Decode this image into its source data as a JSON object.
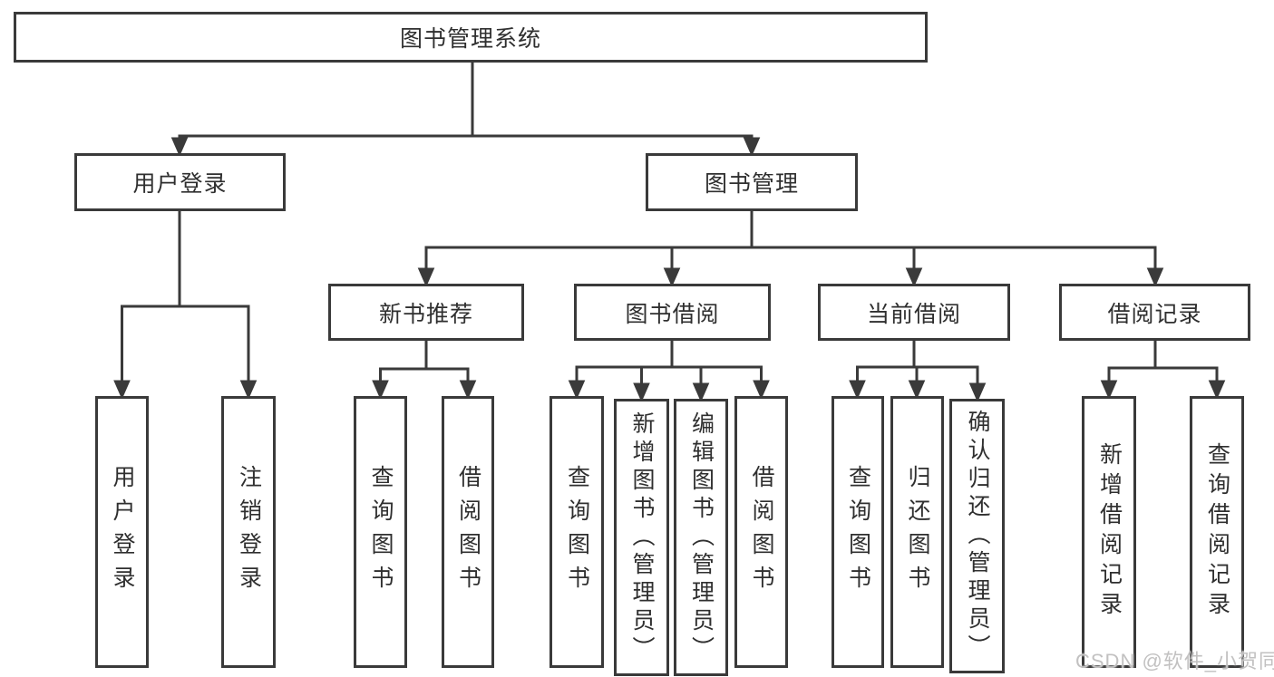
{
  "tree": {
    "root": {
      "label": "图书管理系统"
    },
    "branches": [
      {
        "label": "用户登录",
        "leaves": [
          {
            "label": "用户登录"
          },
          {
            "label": "注销登录"
          }
        ]
      },
      {
        "label": "图书管理",
        "sections": [
          {
            "label": "新书推荐",
            "leaves": [
              {
                "label": "查询图书"
              },
              {
                "label": "借阅图书"
              }
            ]
          },
          {
            "label": "图书借阅",
            "leaves": [
              {
                "label": "查询图书"
              },
              {
                "label": "新增图书（管理员）"
              },
              {
                "label": "编辑图书（管理员）"
              },
              {
                "label": "借阅图书"
              }
            ]
          },
          {
            "label": "当前借阅",
            "leaves": [
              {
                "label": "查询图书"
              },
              {
                "label": "归还图书"
              },
              {
                "label": "确认归还（管理员）"
              }
            ]
          },
          {
            "label": "借阅记录",
            "leaves": [
              {
                "label": "新增借阅记录"
              },
              {
                "label": "查询借阅记录"
              }
            ]
          }
        ]
      }
    ]
  },
  "watermark": {
    "text": "CSDN @软件_小贺同学"
  },
  "colors": {
    "line": "#3a3a3a",
    "box_border": "#3a3a3a",
    "text": "#2f2f2f",
    "watermark": "#c2c1c1",
    "background": "#ffffff"
  }
}
